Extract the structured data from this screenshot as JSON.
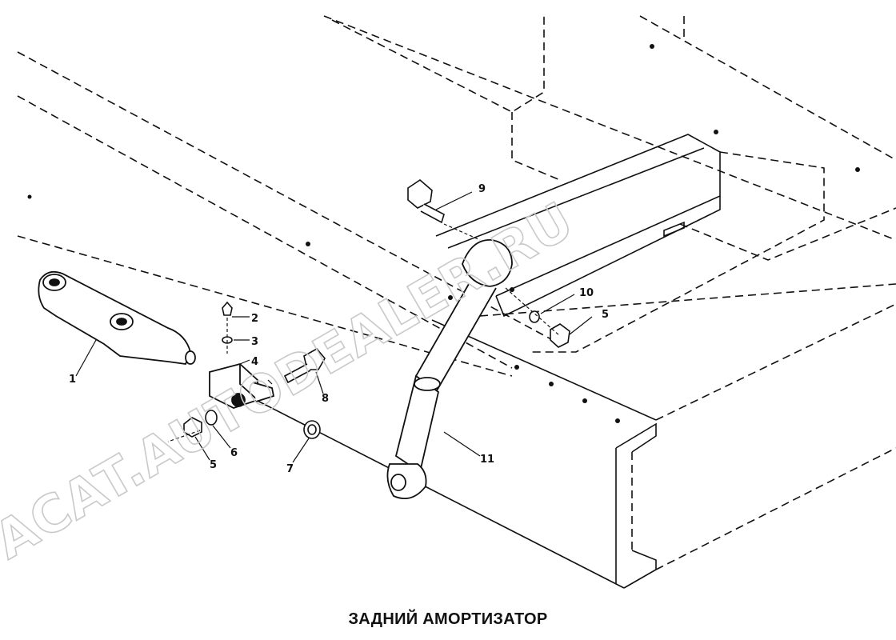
{
  "diagram": {
    "title": "ЗАДНИЙ АМОРТИЗАТОР",
    "watermark": "ACAT.AUTODEALER.RU",
    "callouts": [
      {
        "id": "c1",
        "label": "1"
      },
      {
        "id": "c2",
        "label": "2"
      },
      {
        "id": "c3",
        "label": "3"
      },
      {
        "id": "c4",
        "label": "4"
      },
      {
        "id": "c5a",
        "label": "5"
      },
      {
        "id": "c6",
        "label": "6"
      },
      {
        "id": "c7",
        "label": "7"
      },
      {
        "id": "c8",
        "label": "8"
      },
      {
        "id": "c9",
        "label": "9"
      },
      {
        "id": "c10",
        "label": "10"
      },
      {
        "id": "c5b",
        "label": "5"
      },
      {
        "id": "c11",
        "label": "11"
      }
    ]
  }
}
